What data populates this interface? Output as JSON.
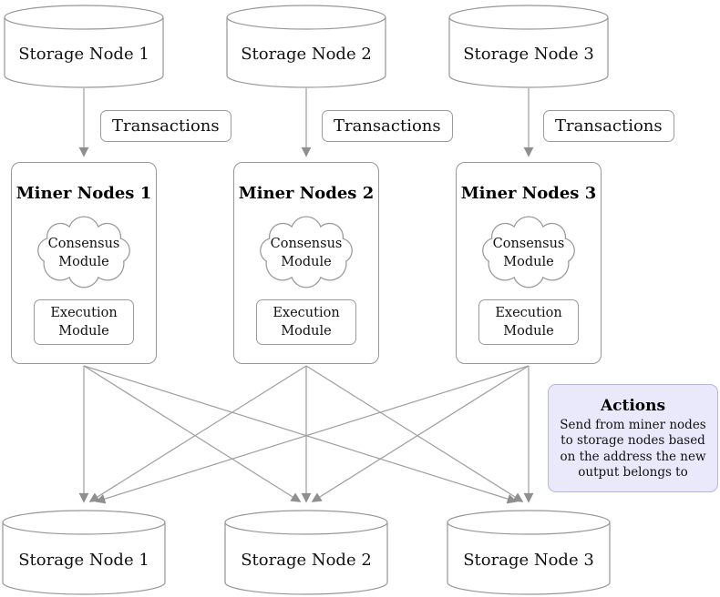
{
  "diagram": {
    "top_storage": [
      {
        "label": "Storage Node 1"
      },
      {
        "label": "Storage Node 2"
      },
      {
        "label": "Storage Node 3"
      }
    ],
    "edge_labels": [
      {
        "label": "Transactions"
      },
      {
        "label": "Transactions"
      },
      {
        "label": "Transactions"
      }
    ],
    "miners": [
      {
        "title": "Miner Nodes 1",
        "cloud_label": "Consensus Module",
        "exec_label": "Execution Module"
      },
      {
        "title": "Miner Nodes 2",
        "cloud_label": "Consensus Module",
        "exec_label": "Execution Module"
      },
      {
        "title": "Miner Nodes 3",
        "cloud_label": "Consensus Module",
        "exec_label": "Execution Module"
      }
    ],
    "bottom_storage": [
      {
        "label": "Storage Node 1"
      },
      {
        "label": "Storage Node 2"
      },
      {
        "label": "Storage Node 3"
      }
    ],
    "note": {
      "title": "Actions",
      "body": "Send from miner nodes to storage nodes based on the address the new output belongs to"
    },
    "colors": {
      "edge": "#9e9e9e",
      "arrowhead": "#8f8f8f",
      "node_border": "#979797",
      "note_bg": "#e9e9fb",
      "note_border": "#b7b7de",
      "text": "#111111"
    }
  }
}
